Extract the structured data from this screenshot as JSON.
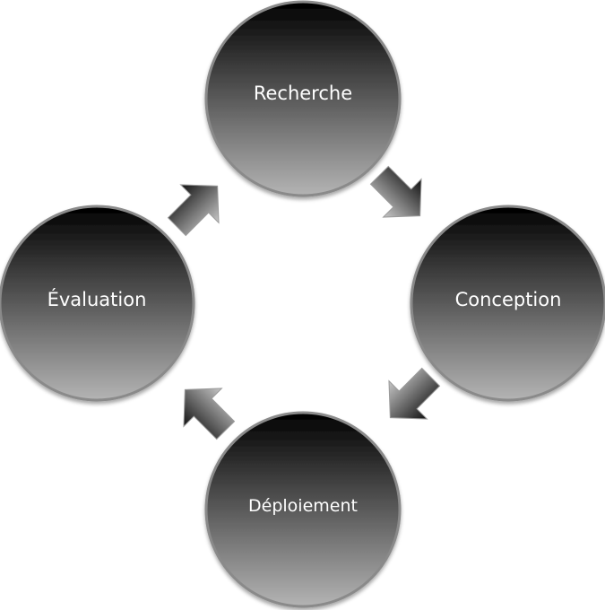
{
  "diagram": {
    "type": "cycle",
    "nodes": [
      {
        "id": "recherche",
        "label": "Recherche"
      },
      {
        "id": "conception",
        "label": "Conception"
      },
      {
        "id": "deploiement",
        "label": "Déploiement"
      },
      {
        "id": "evaluation",
        "label": "Évaluation"
      }
    ],
    "edges": [
      {
        "from": "recherche",
        "to": "conception"
      },
      {
        "from": "conception",
        "to": "deploiement"
      },
      {
        "from": "deploiement",
        "to": "evaluation"
      },
      {
        "from": "evaluation",
        "to": "recherche"
      }
    ],
    "colors": {
      "node_top": "#000000",
      "node_bottom": "#b4b4b4",
      "node_edge": "#8a8a8a",
      "label": "#ffffff",
      "arrow_dark": "#111111",
      "arrow_light": "#c8c8c8"
    }
  }
}
